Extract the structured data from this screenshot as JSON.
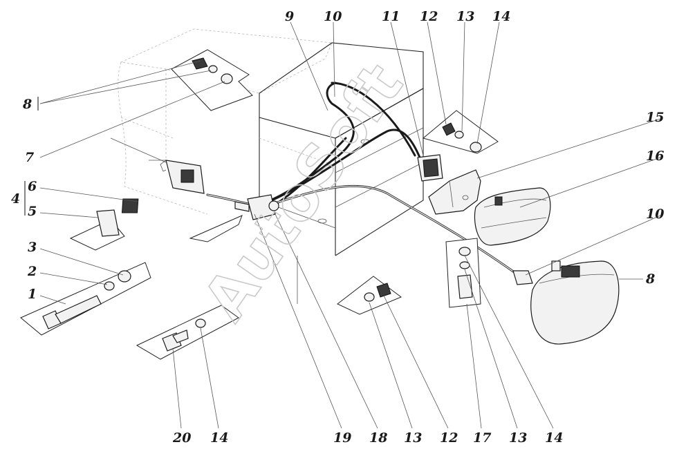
{
  "watermark": "AutoSoft",
  "callouts": {
    "top": [
      "9",
      "10",
      "11",
      "12",
      "13",
      "14"
    ],
    "right": [
      "15",
      "16",
      "10",
      "8"
    ],
    "left": [
      "8",
      "7",
      "6",
      "4",
      "5",
      "3",
      "2",
      "1"
    ],
    "bottom": [
      "20",
      "14",
      "19",
      "18",
      "13",
      "12",
      "17",
      "13",
      "14"
    ]
  }
}
